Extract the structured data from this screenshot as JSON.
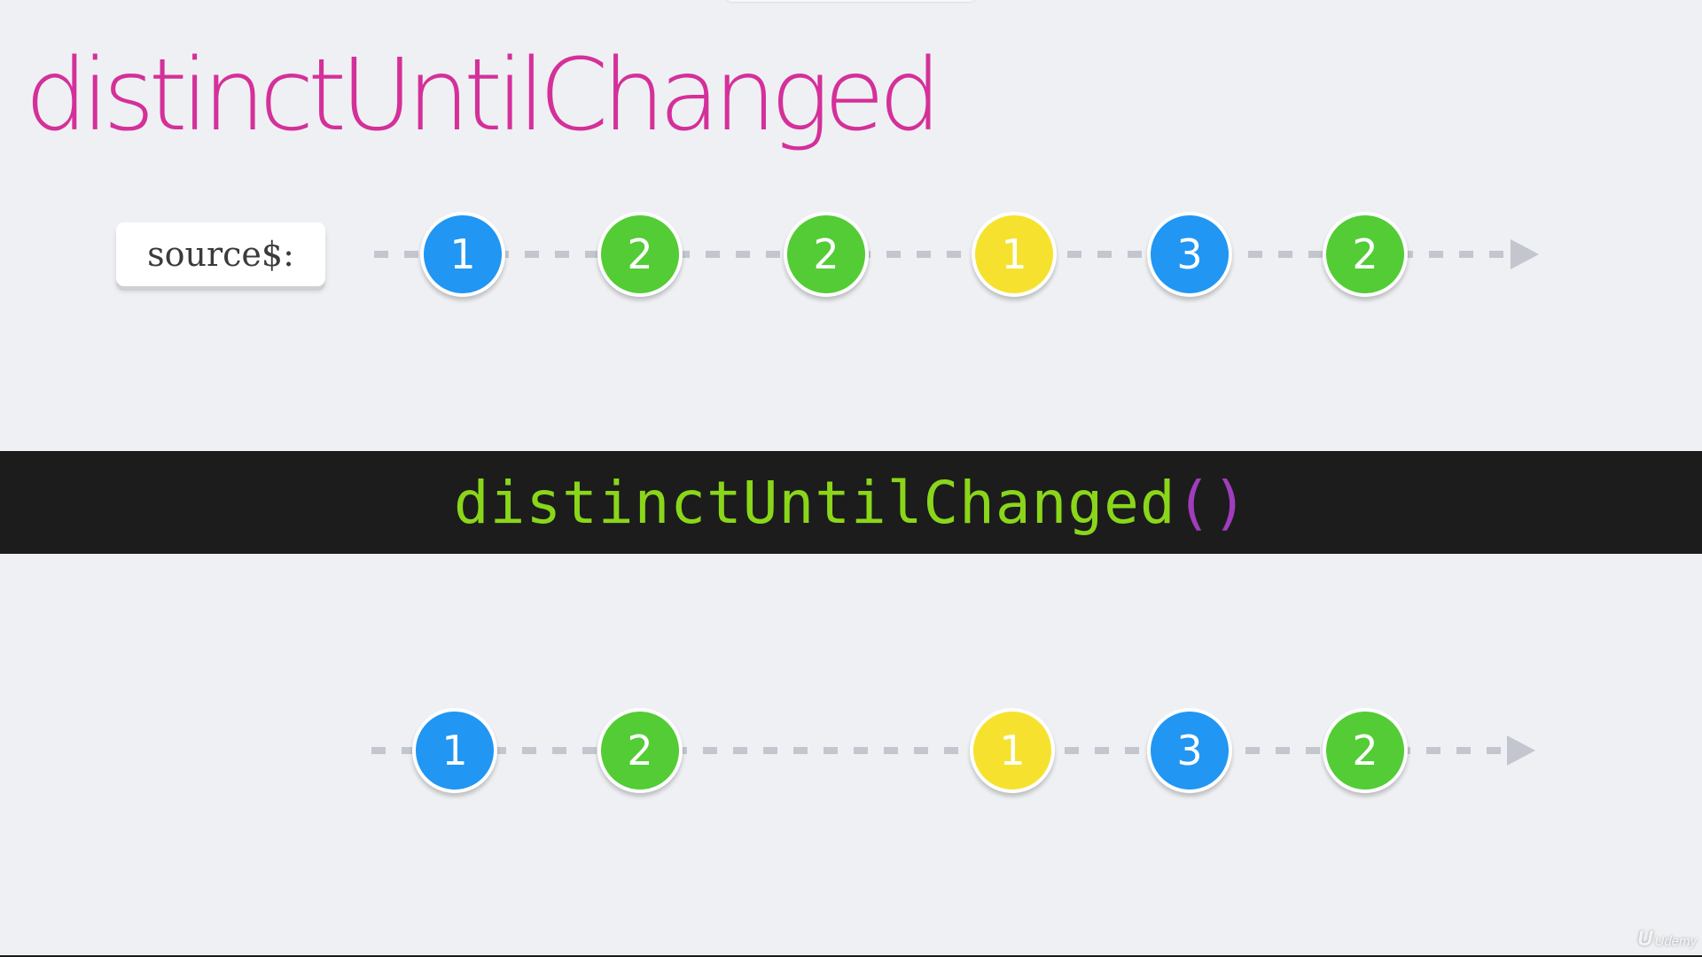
{
  "title": "distinctUntilChanged",
  "source_stream": {
    "label": "source$:",
    "marbles": [
      {
        "value": "1",
        "color": "blue"
      },
      {
        "value": "2",
        "color": "green"
      },
      {
        "value": "2",
        "color": "green"
      },
      {
        "value": "1",
        "color": "yellow"
      },
      {
        "value": "3",
        "color": "blue"
      },
      {
        "value": "2",
        "color": "green"
      }
    ]
  },
  "operator": {
    "name": "distinctUntilChanged",
    "parens": "()"
  },
  "result_stream": {
    "marbles": [
      {
        "value": "1",
        "color": "blue"
      },
      {
        "value": "2",
        "color": "green"
      },
      {
        "value": "1",
        "color": "yellow"
      },
      {
        "value": "3",
        "color": "blue"
      },
      {
        "value": "2",
        "color": "green"
      }
    ]
  },
  "colors": {
    "blue": "#2196f3",
    "green": "#53cc36",
    "yellow": "#f6e22e",
    "title": "#d4309a",
    "operator_name": "#8ad61a",
    "operator_parens": "#a03dbd",
    "operator_bar": "#1c1c1c",
    "timeline": "#c3c6ce"
  },
  "watermark": {
    "logo": "U",
    "text": "Udemy"
  }
}
